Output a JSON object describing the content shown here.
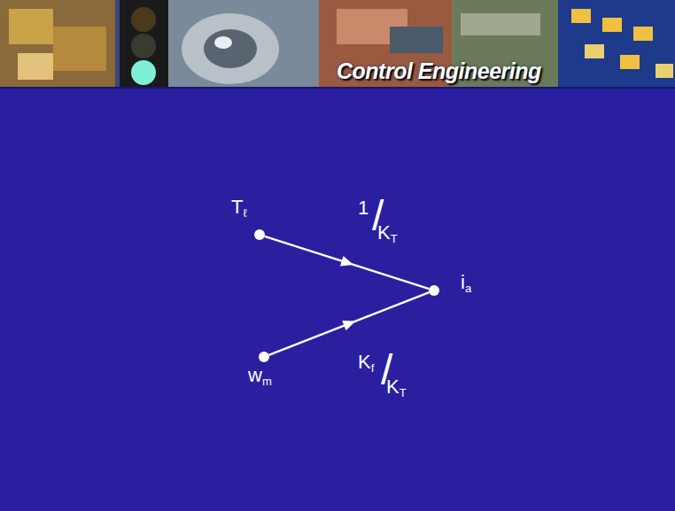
{
  "diagram": {
    "title": "Control Engineering",
    "nodes": [
      {
        "text": [
          "Tℓ"
        ]
      },
      {
        "text": [
          "wm"
        ]
      },
      {
        "text": [
          "ia"
        ]
      }
    ],
    "edges": [
      {
        "from": 0,
        "to": 2,
        "arrow": "to",
        "label": "1/KT"
      },
      {
        "from": 1,
        "to": 2,
        "arrow": "to",
        "label": "Kf/KT"
      }
    ]
  }
}
